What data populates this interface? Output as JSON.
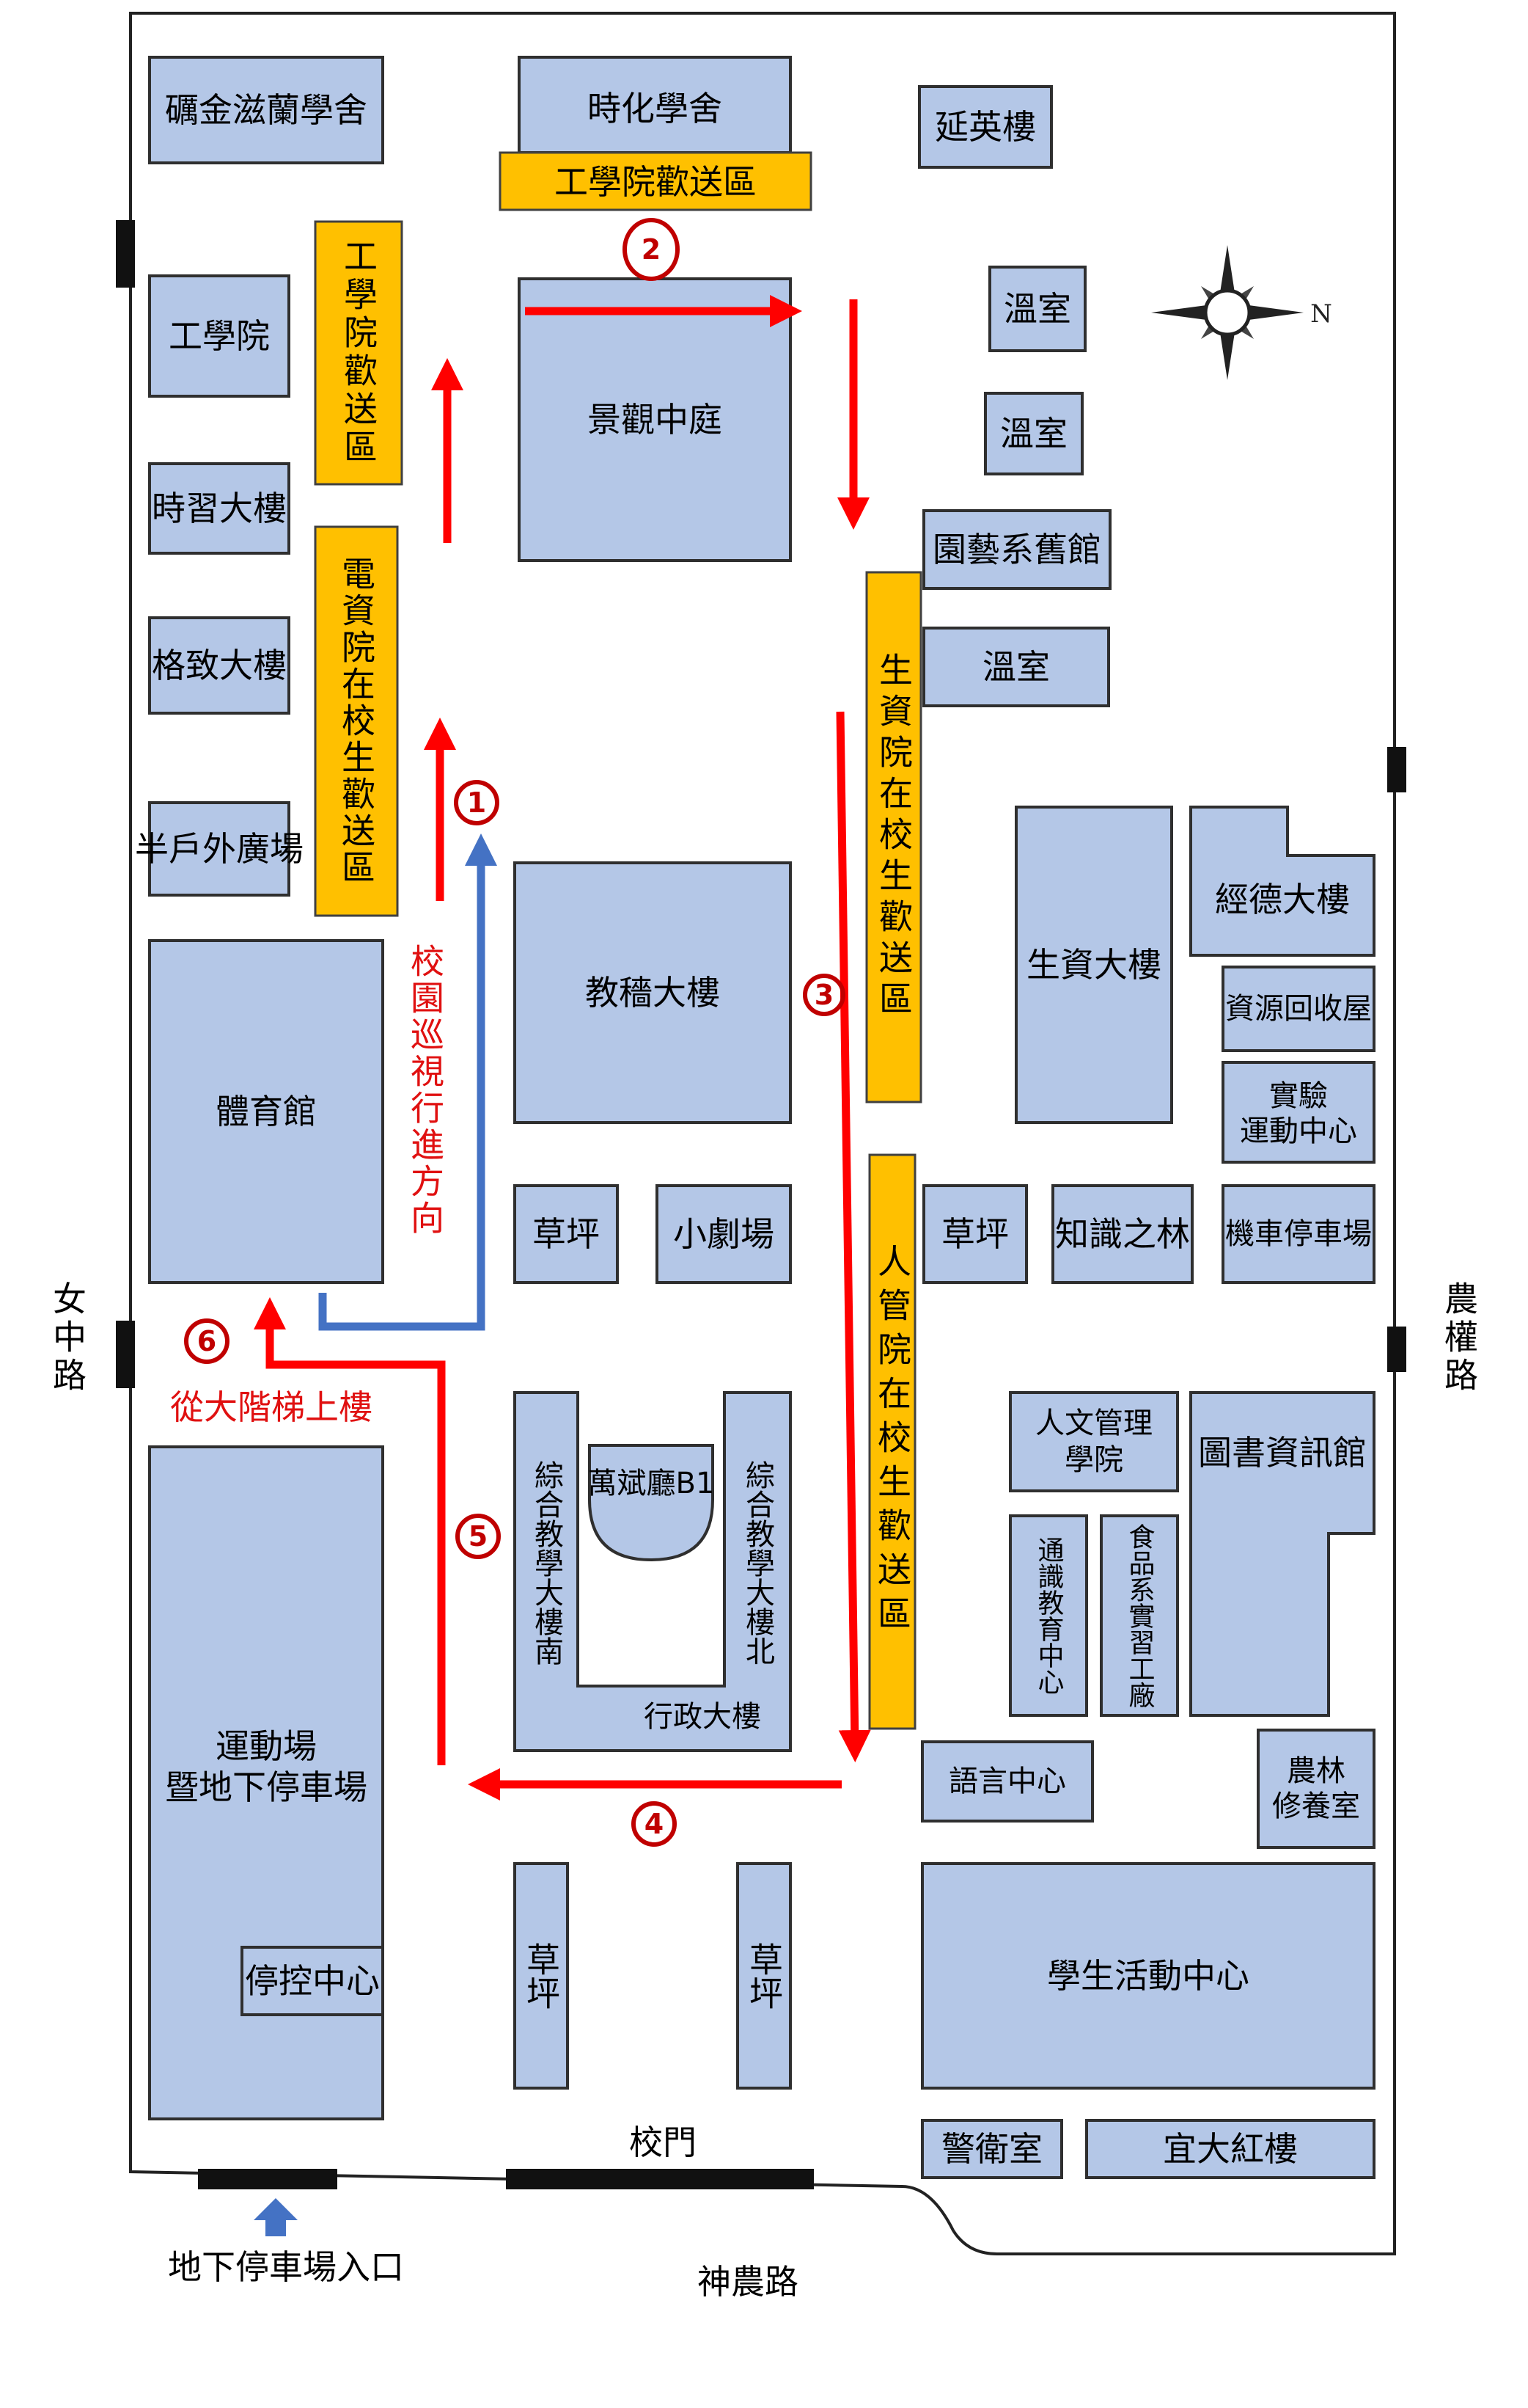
{
  "buildings": {
    "lanxue": "礪金滋蘭學舍",
    "shihua": "時化學舍",
    "yanying": "延英樓",
    "gongxueyuan": "工學院",
    "shixi": "時習大樓",
    "gezhi": "格致大樓",
    "banhuwai": "半戶外廣場",
    "jingguan": "景觀中庭",
    "wenshi": "溫室",
    "yuanyi": "園藝系舊館",
    "jiaoji": "教穡大樓",
    "tiyuguan": "體育館",
    "shengzi": "生資大樓",
    "jingde": "經德大樓",
    "ziyuan": "資源回收屋",
    "shiyan": "實驗運動中心",
    "caoping": "草坪",
    "xiaojuchang": "小劇場",
    "zhishi": "知識之林",
    "jiche": "機車停車場",
    "renwen": "人文管理學院",
    "tushu": "圖書資訊館",
    "zonghe_nan": "綜合教學大樓南",
    "zonghe_bei": "綜合教學大樓北",
    "wanbin": "萬斌廳B1",
    "xingzheng": "行政大樓",
    "tongshi": "通識教育中心",
    "shipin": "食品系實習工廠",
    "yundongchang": "運動場暨地下停車場",
    "tingkong": "停控中心",
    "yuyan": "語言中心",
    "nonglin": "農林修養室",
    "xuesheng": "學生活動中心",
    "jingwei": "警衛室",
    "hongl": "宜大紅樓"
  },
  "zones": {
    "engineering_top": "工學院歡送區",
    "engineering_side": "工學院歡送區",
    "eecs": "電資院在校生歡送區",
    "bio": "生資院在校生歡送區",
    "humanities": "人管院在校生歡送區"
  },
  "route": {
    "direction_label": "校園巡視行進方向",
    "stairs_label": "從大階梯上樓",
    "steps": [
      "1",
      "2",
      "3",
      "4",
      "5",
      "6"
    ]
  },
  "roads": {
    "left": "女中路",
    "right": "農權路",
    "bottom": "神農路",
    "gate": "校門",
    "parking_entrance": "地下停車場入口"
  },
  "compass": {
    "north": "N"
  },
  "colors": {
    "building": "#b4c7e7",
    "zone": "#ffc000",
    "route": "#ff0000",
    "patrol": "#4472c4"
  }
}
